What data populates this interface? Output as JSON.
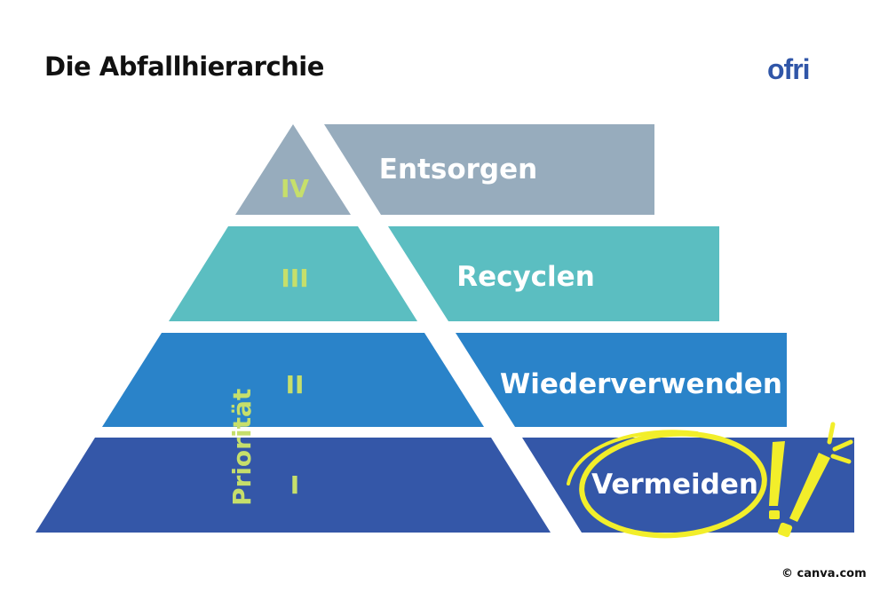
{
  "title": "Die Abfallhierarchie",
  "logo": "ofri",
  "copyright": "© canva.com",
  "axis_label": "Priorität",
  "highlight_color": "#f2ee2a",
  "tiers": [
    {
      "numeral": "IV",
      "label": "Entsorgen",
      "color": "#97acbd"
    },
    {
      "numeral": "III",
      "label": "Recyclen",
      "color": "#5bbec1"
    },
    {
      "numeral": "II",
      "label": "Wiederverwenden",
      "color": "#2a83c9"
    },
    {
      "numeral": "I",
      "label": "Vermeiden",
      "color": "#3457a8"
    }
  ]
}
